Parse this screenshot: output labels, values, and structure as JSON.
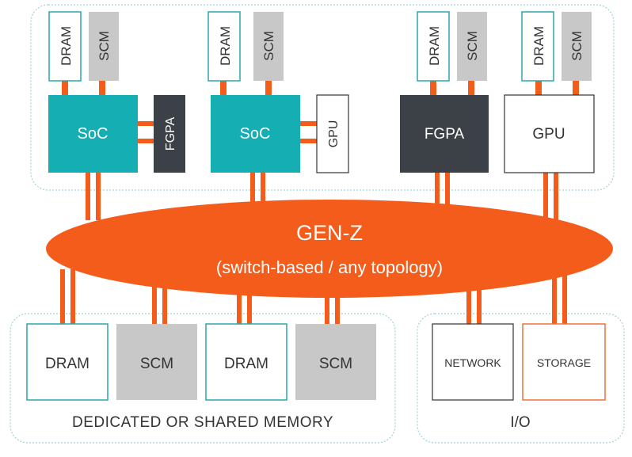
{
  "colors": {
    "teal": "#15aeb3",
    "dark": "#3c4147",
    "gray": "#c8c8c8",
    "orange": "#f45c1c",
    "teal_outline": "#2aa7ad",
    "storage_outline": "#f0703a",
    "frame": "#9ed3d6",
    "text": "#333333"
  },
  "top_group": {
    "memory_labels": [
      "DRAM",
      "SCM",
      "DRAM",
      "SCM",
      "DRAM",
      "SCM",
      "DRAM",
      "SCM"
    ],
    "soc_1": "SoC",
    "fpga_side": "FGPA",
    "soc_2": "SoC",
    "gpu_side": "GPU",
    "fpga_main": "FGPA",
    "gpu_main": "GPU"
  },
  "fabric": {
    "title": "GEN-Z",
    "subtitle": "(switch-based / any topology)"
  },
  "memory_group": {
    "items": [
      "DRAM",
      "SCM",
      "DRAM",
      "SCM"
    ],
    "caption": "DEDICATED OR SHARED MEMORY"
  },
  "io_group": {
    "items": [
      "NETWORK",
      "STORAGE"
    ],
    "caption": "I/O"
  }
}
